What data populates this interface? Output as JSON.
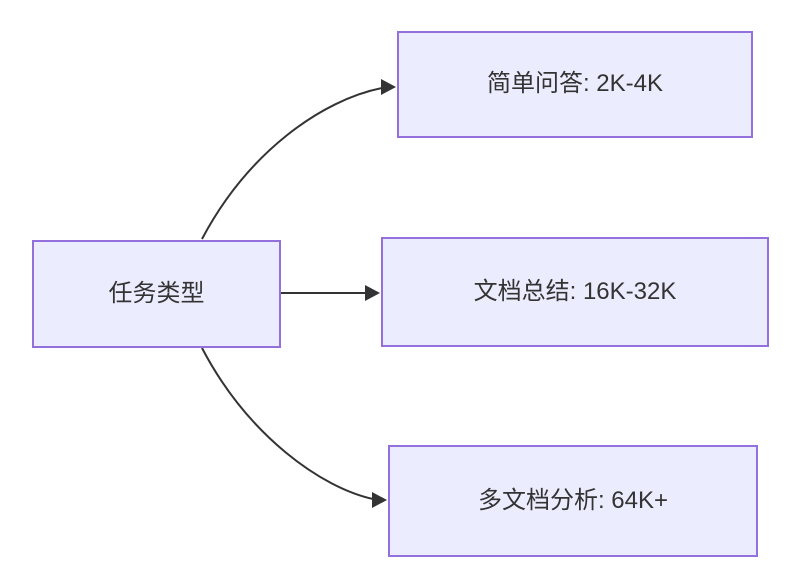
{
  "diagram": {
    "type": "flowchart-left-to-right",
    "root_node": {
      "label": "任务类型"
    },
    "branch_nodes": [
      {
        "label": "简单问答: 2K-4K"
      },
      {
        "label": "文档总结: 16K-32K"
      },
      {
        "label": "多文档分析: 64K+"
      }
    ],
    "colors": {
      "node_fill": "#ECECFF",
      "node_border": "#9370DB",
      "text": "#333333",
      "edge": "#333333",
      "background": "#ffffff"
    }
  }
}
